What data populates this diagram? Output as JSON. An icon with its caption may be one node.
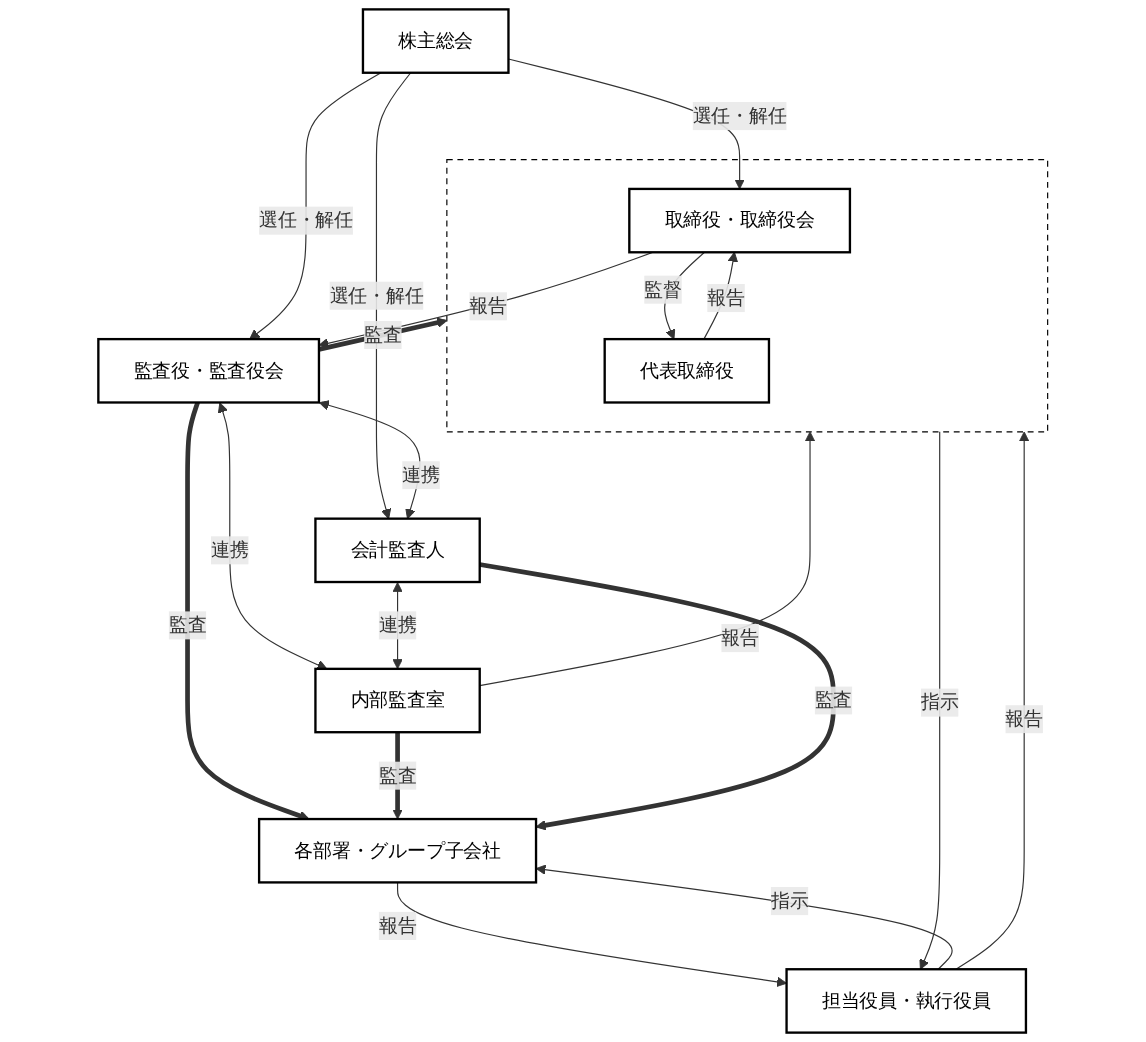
{
  "diagram": {
    "nodes": [
      {
        "text": [
          "株主総会"
        ]
      },
      {
        "text": [],
        "shape": "box"
      },
      {
        "text": [
          "取締役・取締役会"
        ],
        "in": 1
      },
      {
        "text": [
          "代表取締役"
        ],
        "in": 1
      },
      {
        "text": [
          "監査役・監査役会"
        ]
      },
      {
        "text": [
          "会計監査人"
        ]
      },
      {
        "text": [
          "内部監査室"
        ]
      },
      {
        "text": [
          "担当役員・執行役員"
        ]
      },
      {
        "text": [
          "各部署・グループ子会社"
        ]
      }
    ],
    "edges": [
      {
        "from": 0,
        "to": 2,
        "arrow": "to",
        "label": "選任・解任"
      },
      {
        "from": 0,
        "to": 4,
        "arrow": "to",
        "label": "選任・解任"
      },
      {
        "from": 0,
        "to": 5,
        "arrow": "to",
        "label": "選任・解任"
      },
      {
        "from": 2,
        "to": 4,
        "arrow": "to",
        "label": "報告"
      },
      {
        "from": 4,
        "to": 5,
        "arrow": "both",
        "label": "連携"
      },
      {
        "from": 4,
        "to": 1,
        "arrow": "to",
        "label": "監査",
        "style": "thick"
      },
      {
        "from": 4,
        "to": 6,
        "arrow": "both",
        "label": "連携"
      },
      {
        "from": 5,
        "to": 6,
        "arrow": "both",
        "label": "連携"
      },
      {
        "from": 2,
        "to": 3,
        "arrow": "to",
        "label": "監督"
      },
      {
        "from": 3,
        "to": 2,
        "arrow": "to",
        "label": "報告"
      },
      {
        "from": 6,
        "to": 1,
        "arrow": "to",
        "label": "報告"
      },
      {
        "from": 1,
        "to": 7,
        "arrow": "to",
        "label": "指示"
      },
      {
        "from": 7,
        "to": 1,
        "arrow": "to",
        "label": "報告"
      },
      {
        "from": 7,
        "to": 8,
        "arrow": "to",
        "label": "指示"
      },
      {
        "from": 8,
        "to": 7,
        "arrow": "to",
        "label": "報告"
      },
      {
        "from": 4,
        "to": 8,
        "arrow": "to",
        "label": "監査",
        "style": "thick"
      },
      {
        "from": 6,
        "to": 8,
        "arrow": "to",
        "label": "監査",
        "style": "thick"
      },
      {
        "from": 5,
        "to": 8,
        "arrow": "to",
        "label": "監査",
        "style": "thick"
      }
    ]
  }
}
